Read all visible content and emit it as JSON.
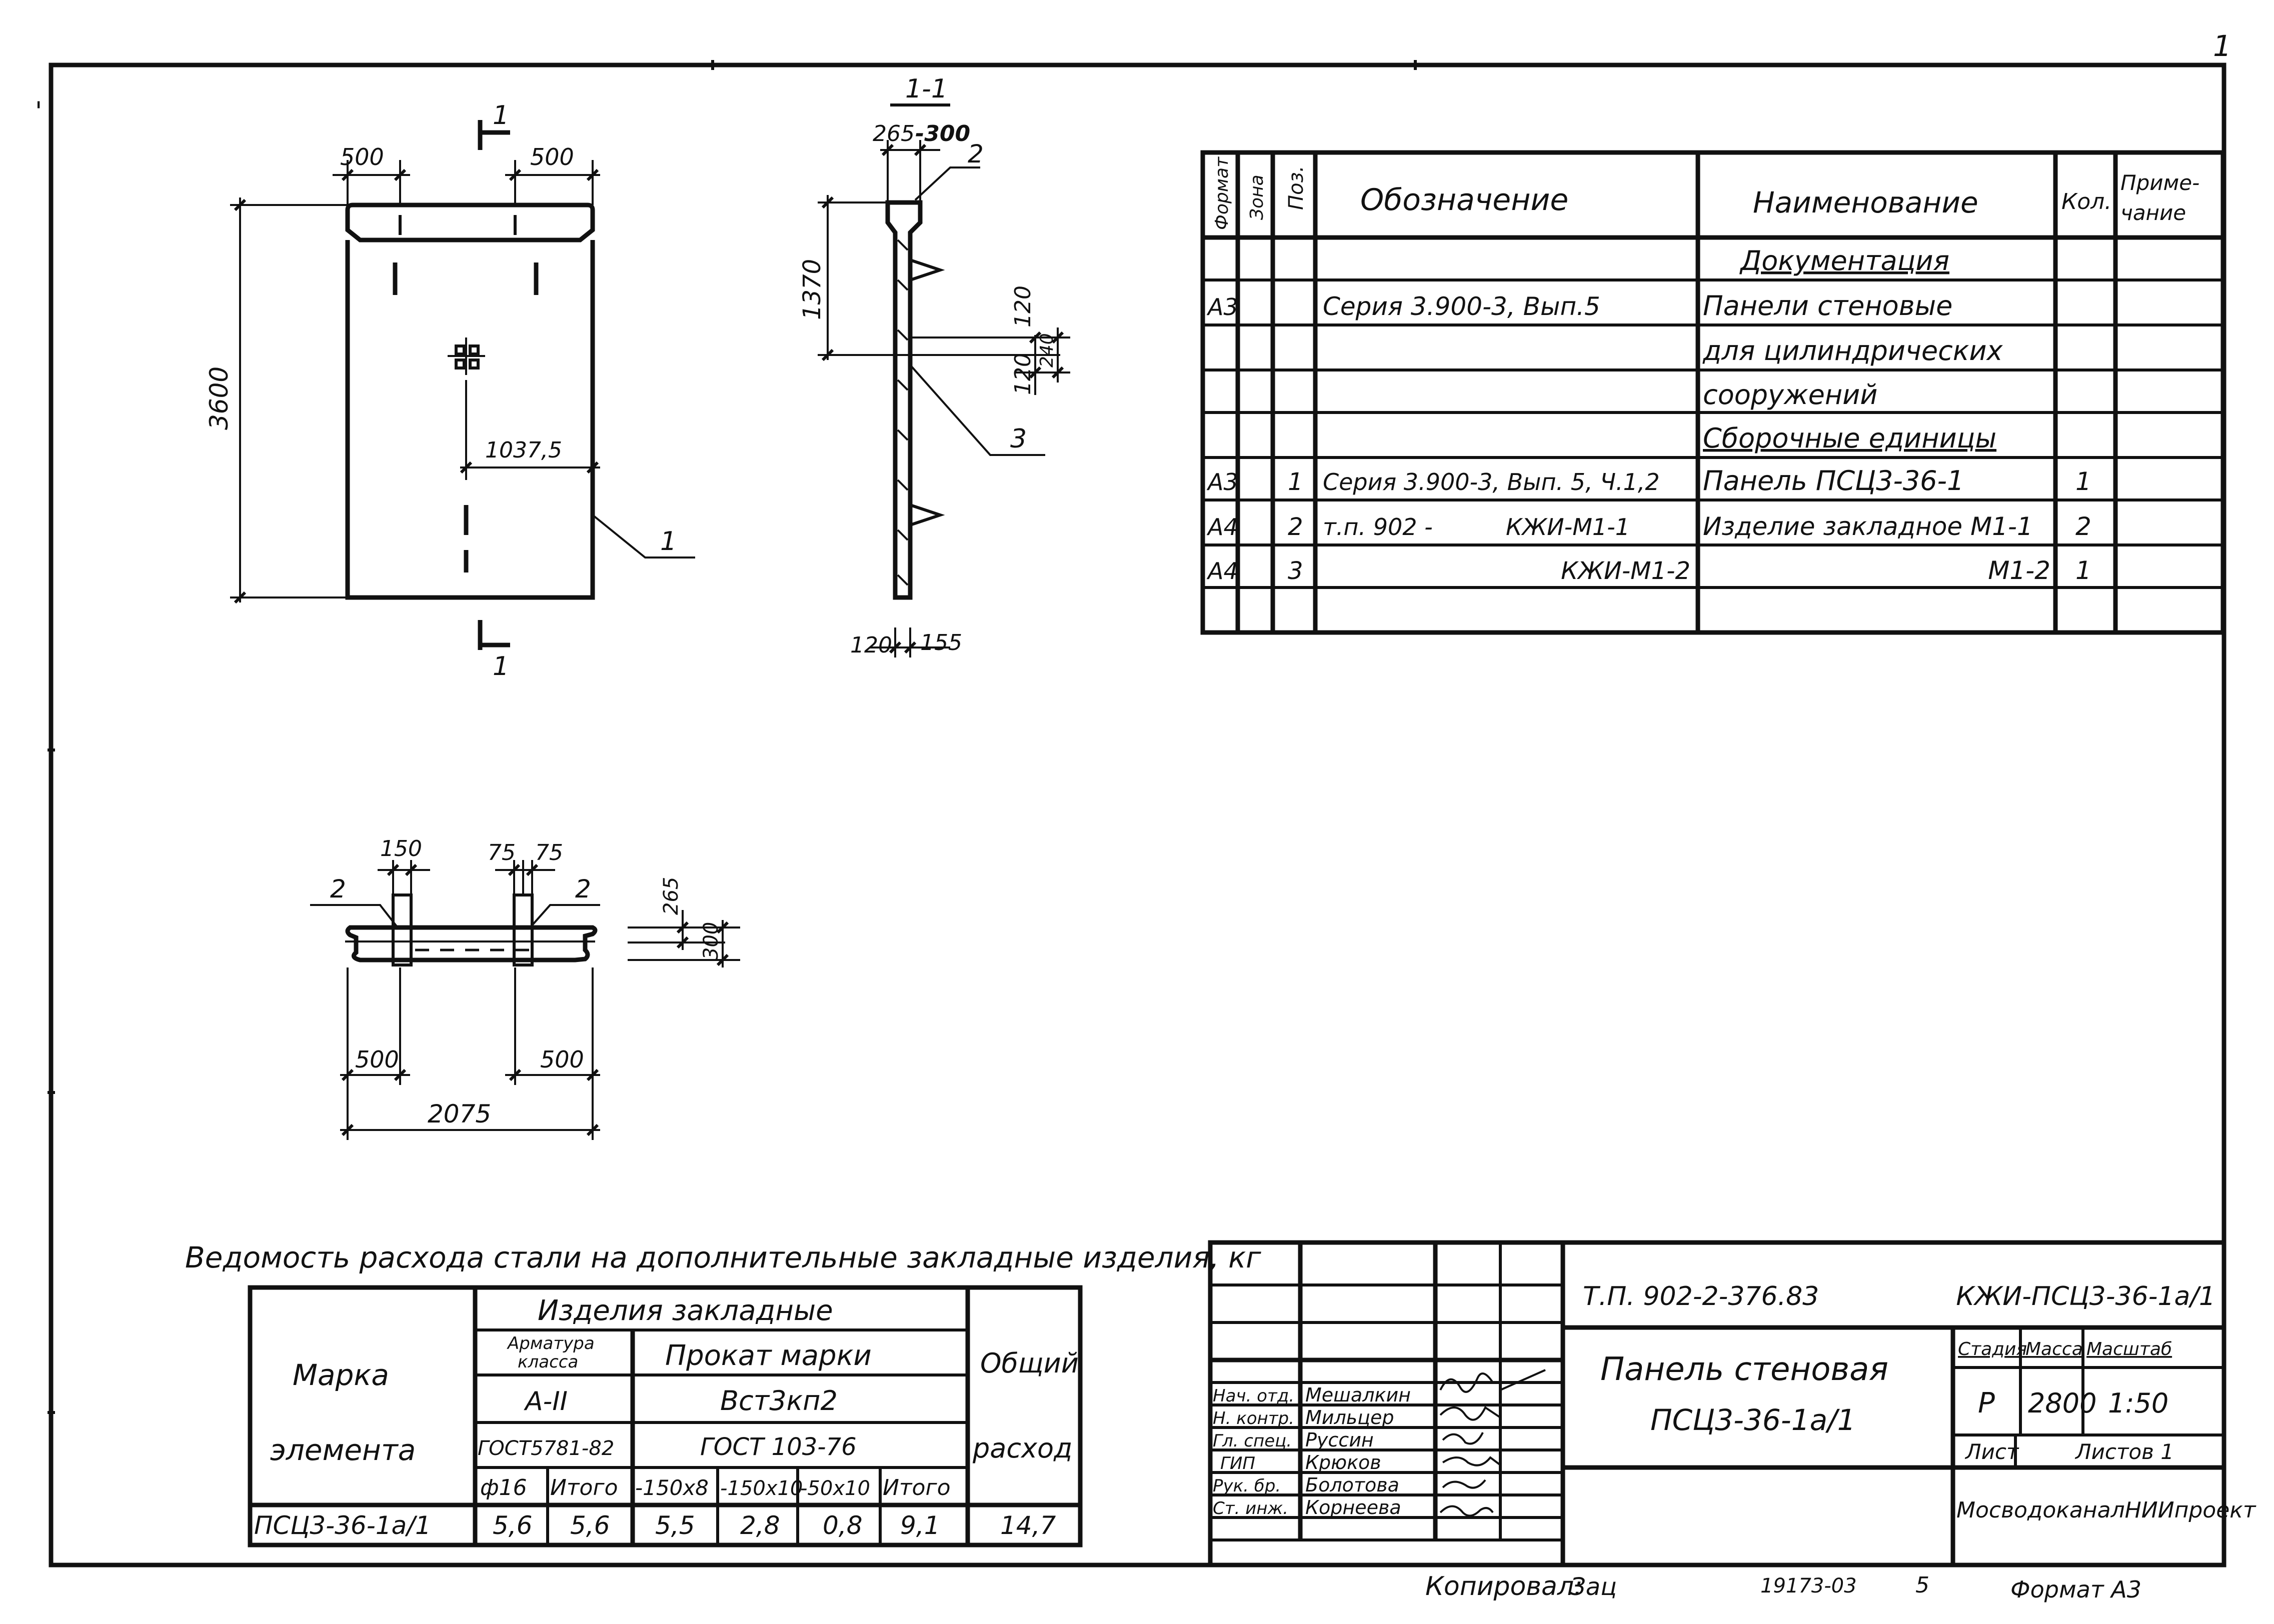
{
  "sheet_mark": "1",
  "plan": {
    "section_mark": "1",
    "dim_left_top": "500",
    "dim_right_top": "500",
    "dim_height": "3600",
    "dim_offset": "1037,5",
    "pos_label": "1"
  },
  "section": {
    "title": "1-1",
    "dim_265": "265",
    "dim_300": "300",
    "dim_1370": "1370",
    "dim_120a": "120",
    "dim_240": "240",
    "dim_120b": "120",
    "dim_120_bottom": "120",
    "dim_155": "155",
    "pos_2": "2",
    "pos_3": "3"
  },
  "top_view": {
    "dim_150": "150",
    "dim_75a": "75",
    "dim_75b": "75",
    "pos_left": "2",
    "pos_right": "2",
    "dim_265": "265",
    "dim_300": "300",
    "dim_500_left": "500",
    "dim_500_right": "500",
    "dim_2075": "2075"
  },
  "spec_table": {
    "headers": {
      "format": "Формат",
      "zone": "Зона",
      "pos": "Поз.",
      "designation": "Обозначение",
      "name": "Наименование",
      "qty": "Кол.",
      "note_line1": "Приме-",
      "note_line2": "чание"
    },
    "rows": [
      {
        "format": "",
        "pos": "",
        "designation": "",
        "name": "Документация",
        "qty": "",
        "note": ""
      },
      {
        "format": "А3",
        "pos": "",
        "designation": "Серия 3.900-3,  Вып.5",
        "name": "Панели стеновые",
        "qty": "",
        "note": ""
      },
      {
        "format": "",
        "pos": "",
        "designation": "",
        "name": "для цилиндрических",
        "qty": "",
        "note": ""
      },
      {
        "format": "",
        "pos": "",
        "designation": "",
        "name": "сооружений",
        "qty": "",
        "note": ""
      },
      {
        "format": "",
        "pos": "",
        "designation": "",
        "name": "Сборочные единицы",
        "qty": "",
        "note": ""
      },
      {
        "format": "А3",
        "pos": "1",
        "designation": "Серия 3.900-3, Вып. 5, Ч.1,2",
        "name": "Панель ПСЦ3-36-1",
        "qty": "1",
        "note": ""
      },
      {
        "format": "А4",
        "pos": "2",
        "designation": "т.п. 902 -          КЖИ-М1-1",
        "name": "Изделие закладное М1-1",
        "qty": "2",
        "note": ""
      },
      {
        "format": "А4",
        "pos": "3",
        "designation": "КЖИ-М1-2",
        "name": "М1-2",
        "qty": "1",
        "note": ""
      },
      {
        "format": "",
        "pos": "",
        "designation": "",
        "name": "",
        "qty": "",
        "note": ""
      }
    ]
  },
  "steel_table": {
    "caption": "Ведомость расхода стали на дополнительные закладные изделия, кг",
    "col_mark_1": "Марка",
    "col_mark_2": "элемента",
    "group": "Изделия закладные",
    "armature_1": "Арматура",
    "armature_2": "класса",
    "armature_class": "А-II",
    "armature_gost": "ГОСТ5781-82",
    "rolled_1": "Прокат марки",
    "rolled_steel": "Вст3кп2",
    "rolled_gost": "ГОСТ 103-76",
    "total_1": "Общий",
    "total_2": "расход",
    "sub": [
      "ф16",
      "Итого",
      "-150х8",
      "-150х10",
      "-50х10",
      "Итого"
    ],
    "row": {
      "mark": "ПСЦ3-36-1а/1",
      "v1": "5,6",
      "v2": "5,6",
      "v3": "5,5",
      "v4": "2,8",
      "v5": "0,8",
      "v6": "9,1",
      "total": "14,7"
    }
  },
  "title_block": {
    "project": "Т.П. 902-2-376.83",
    "code": "КЖИ-ПСЦ3-36-1а/1",
    "title_1": "Панель стеновая",
    "title_2": "ПСЦ3-36-1а/1",
    "stage_h": "Стадия",
    "mass_h": "Масса",
    "scale_h": "Масштаб",
    "stage": "Р",
    "mass": "2800",
    "scale": "1:50",
    "sheet_h": "Лист",
    "sheets_h": "Листов 1",
    "org": "МосводоканалНИИпроект",
    "people": [
      {
        "role": "Нач. отд.",
        "name": "Мешалкин"
      },
      {
        "role": "Н. контр.",
        "name": "Мильцер"
      },
      {
        "role": "Гл. спец.",
        "name": "Руссин"
      },
      {
        "role": "ГИП",
        "name": "Крюков"
      },
      {
        "role": "Рук. бр.",
        "name": "Болотова"
      },
      {
        "role": "Ст. инж.",
        "name": "Корнеева"
      }
    ]
  },
  "footer": {
    "copied": "Копировал:",
    "copied_sig": "Зац",
    "inv": "19173-03",
    "page": "5",
    "format": "Формат А3"
  }
}
